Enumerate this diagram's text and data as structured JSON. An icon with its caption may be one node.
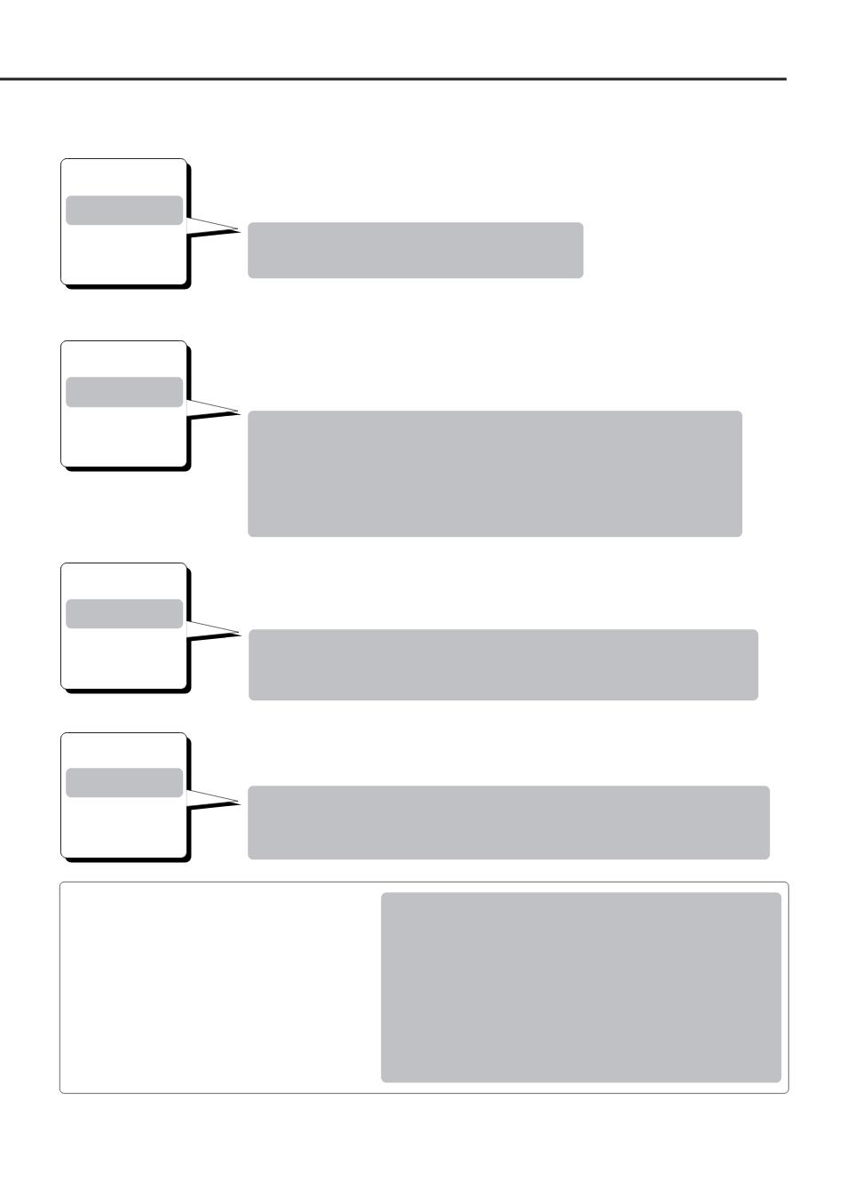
{
  "diagram": {
    "nodes": [
      {
        "text": [],
        "shape": "box"
      },
      {
        "text": [],
        "shape": "box",
        "in": 0
      },
      {
        "text": [],
        "shape": "box"
      },
      {
        "text": [],
        "shape": "box"
      },
      {
        "text": [],
        "shape": "box",
        "in": 3
      },
      {
        "text": [],
        "shape": "box"
      },
      {
        "text": [],
        "shape": "box"
      },
      {
        "text": [],
        "shape": "box",
        "in": 6
      },
      {
        "text": [],
        "shape": "box"
      },
      {
        "text": [],
        "shape": "box"
      },
      {
        "text": [],
        "shape": "box",
        "in": 9
      },
      {
        "text": [],
        "shape": "box"
      },
      {
        "text": [],
        "shape": "box"
      },
      {
        "text": [],
        "shape": "box",
        "in": 12
      }
    ],
    "edges": [
      {
        "from": 0,
        "to": 2,
        "arrow": "to"
      },
      {
        "from": 3,
        "to": 5,
        "arrow": "to"
      },
      {
        "from": 6,
        "to": 8,
        "arrow": "to"
      },
      {
        "from": 9,
        "to": 11,
        "arrow": "to"
      }
    ]
  }
}
